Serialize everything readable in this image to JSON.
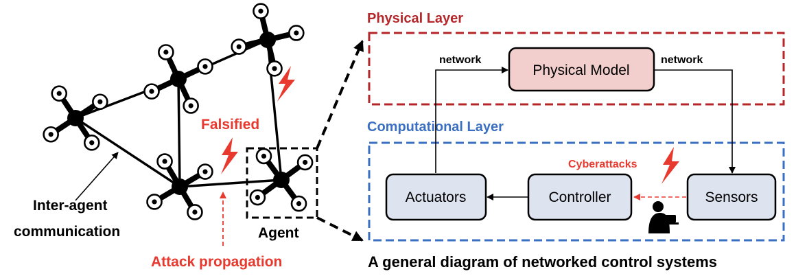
{
  "network": {
    "labels": {
      "falsified": "Falsified",
      "inter_agent_1": "Inter-agent",
      "inter_agent_2": "communication",
      "agent": "Agent",
      "attack_propagation": "Attack propagation"
    }
  },
  "ncs": {
    "physical_layer": "Physical Layer",
    "computational_layer": "Computational Layer",
    "physical_model": "Physical Model",
    "network_left": "network",
    "network_right": "network",
    "actuators": "Actuators",
    "controller": "Controller",
    "sensors": "Sensors",
    "cyberattacks": "Cyberattacks",
    "caption": "A general diagram of networked control systems"
  },
  "colors": {
    "red": "#e8392f",
    "dark_red": "#b5262a",
    "blue": "#3a6fc2",
    "node_fill": "#dde3ef",
    "model_fill": "#f2cfcd"
  },
  "icons": {
    "drone": "quadcopter-icon",
    "attack": "lightning-bolt-icon",
    "hacker": "hacker-icon"
  }
}
